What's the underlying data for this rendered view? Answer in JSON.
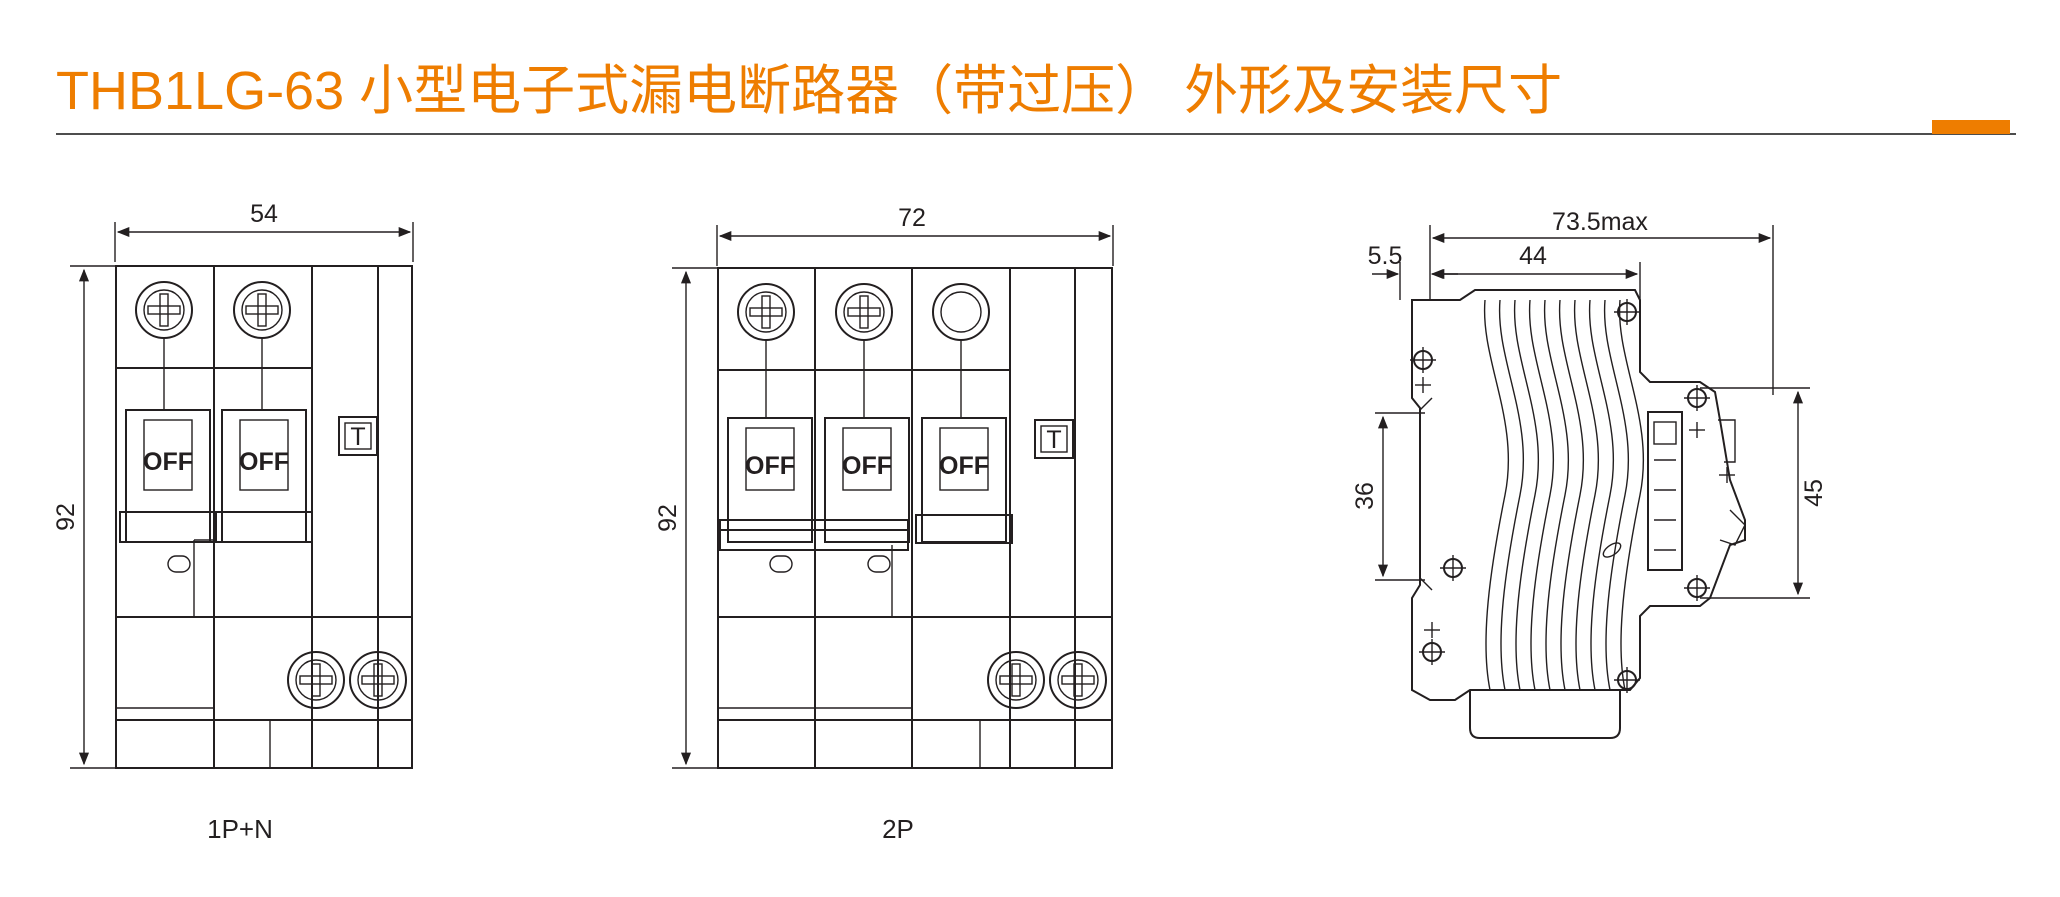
{
  "title": "THB1LG-63 小型电子式漏电断路器（带过压）  外形及安装尺寸",
  "colors": {
    "accent": "#ee7d00",
    "rule": "#4d4d4d",
    "line": "#231f20"
  },
  "views": {
    "p1n": {
      "width_dim": "54",
      "height_dim": "92",
      "label": "1P+N",
      "handle_text": "OFF",
      "test_button": "T"
    },
    "p2": {
      "width_dim": "72",
      "height_dim": "92",
      "label": "2P",
      "handle_text": "OFF",
      "test_button": "T"
    },
    "side": {
      "overall_dim": "73.5max",
      "offset_dim": "5.5",
      "depth_dim": "44",
      "rail_dim": "36",
      "front_dim": "45"
    }
  }
}
